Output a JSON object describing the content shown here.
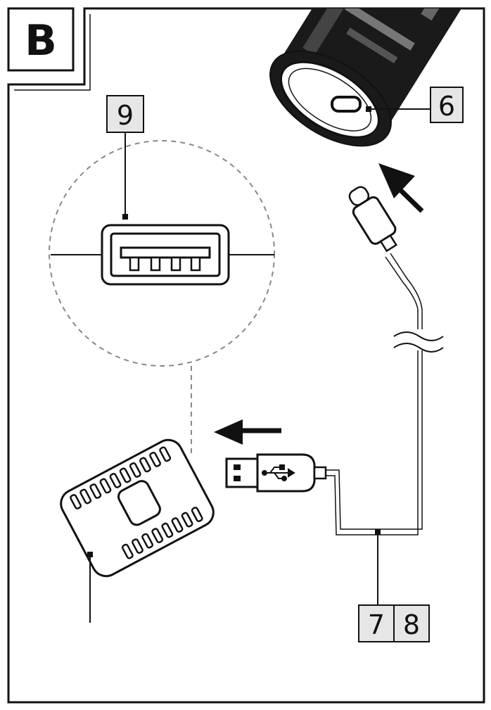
{
  "panel": {
    "letter": "B"
  },
  "callouts": {
    "c6": "6",
    "c7": "7",
    "c8": "8",
    "c9": "9"
  },
  "colors": {
    "ink": "#111111",
    "label_fill": "#e6e6e6",
    "device_dark": "#1a1a1a",
    "background": "#ffffff"
  },
  "icons": {
    "usb_symbol": "usb-icon",
    "arrow_a": "arrow-left-icon",
    "arrow_b": "arrow-up-left-icon"
  }
}
